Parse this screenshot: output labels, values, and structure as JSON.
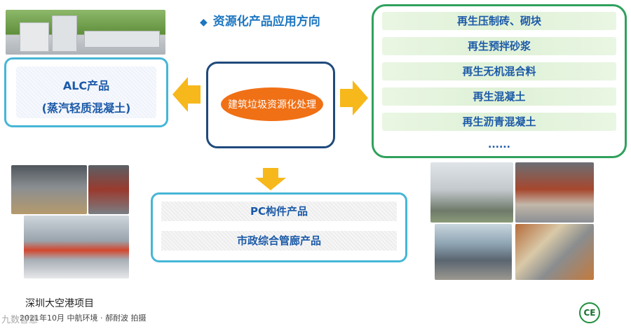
{
  "title": "资源化产品应用方向",
  "title_icon": "diamond-bullet-icon",
  "alc": {
    "line1": "ALC产品",
    "line2": "(蒸汽轻质混凝土)"
  },
  "center": {
    "label": "建筑垃圾资源化处理"
  },
  "right_list": {
    "items": [
      "再生压制砖、砌块",
      "再生预拌砂浆",
      "再生无机混合料",
      "再生混凝土",
      "再生沥青混凝土"
    ],
    "ellipsis": "......"
  },
  "pc": {
    "items": [
      "PC构件产品",
      "市政综合管廊产品"
    ]
  },
  "footer": {
    "project": "深圳大空港项目",
    "caption": "2021年10月 中航环境 · 郝耐波 拍摄",
    "watermark": "九数智慧",
    "logo_text": "CE"
  },
  "colors": {
    "title_blue": "#1d76c0",
    "arrow_yellow": "#f6b81a",
    "center_orange": "#f07016",
    "green_border": "#2fa15c",
    "cyan_border": "#46b6d6"
  }
}
